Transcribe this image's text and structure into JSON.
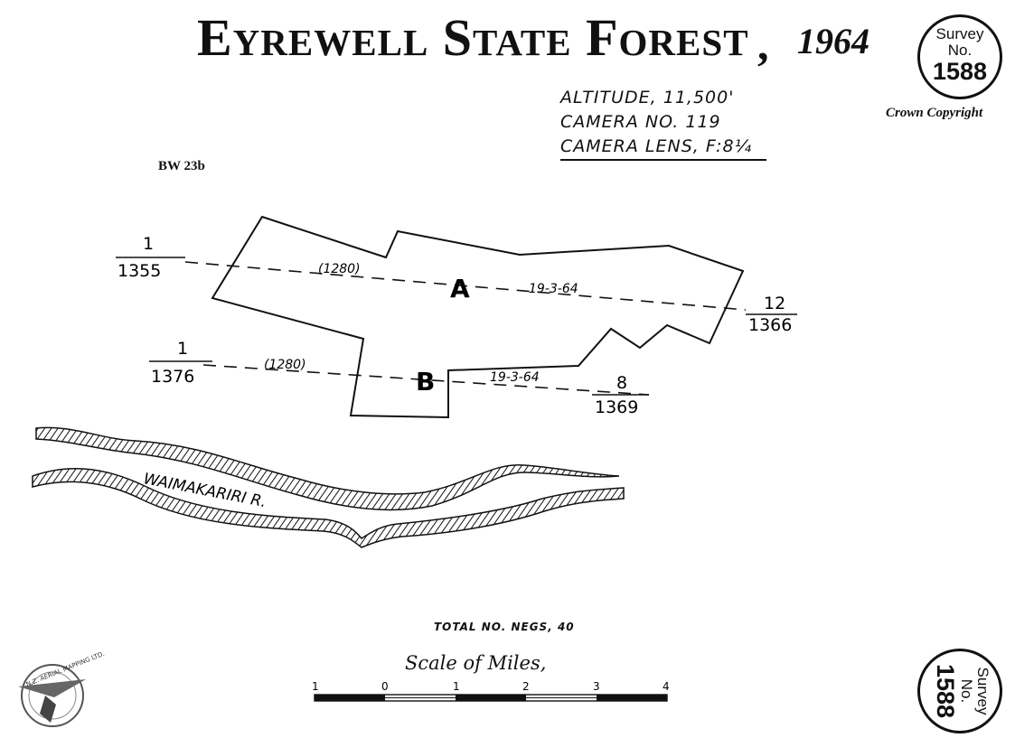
{
  "title": {
    "main": "Eyrewell State Forest",
    "comma": ",",
    "year": "1964"
  },
  "stamp_top": {
    "line1": "Survey",
    "line2": "No.",
    "number": "1588"
  },
  "stamp_bottom": {
    "line1": "Survey",
    "line2": "No.",
    "number": "1588"
  },
  "copyright": "Crown Copyright",
  "camera_info": {
    "altitude": "ALTITUDE, 11,500'",
    "camera": "CAMERA NO. 119",
    "lens": "CAMERA LENS, F:8¼"
  },
  "ref_code": "BW 23b",
  "runs": {
    "a": {
      "label": "A",
      "date": "19-3-64",
      "focal": "(1280)",
      "start_num": "1",
      "start_den": "1355",
      "end_num": "12",
      "end_den": "1366"
    },
    "b": {
      "label": "B",
      "date": "19-3-64",
      "focal": "(1280)",
      "start_num": "1",
      "start_den": "1376",
      "end_num": "8",
      "end_den": "1369"
    }
  },
  "river_label": "WAIMAKARIRI R.",
  "total_negs": "TOTAL NO. NEGS, 40",
  "scale": {
    "title": "Scale of Miles,",
    "ticks": [
      "1",
      "0",
      "1",
      "2",
      "3",
      "4"
    ]
  },
  "logo_text": "N.Z. AERIAL MAPPING LTD."
}
